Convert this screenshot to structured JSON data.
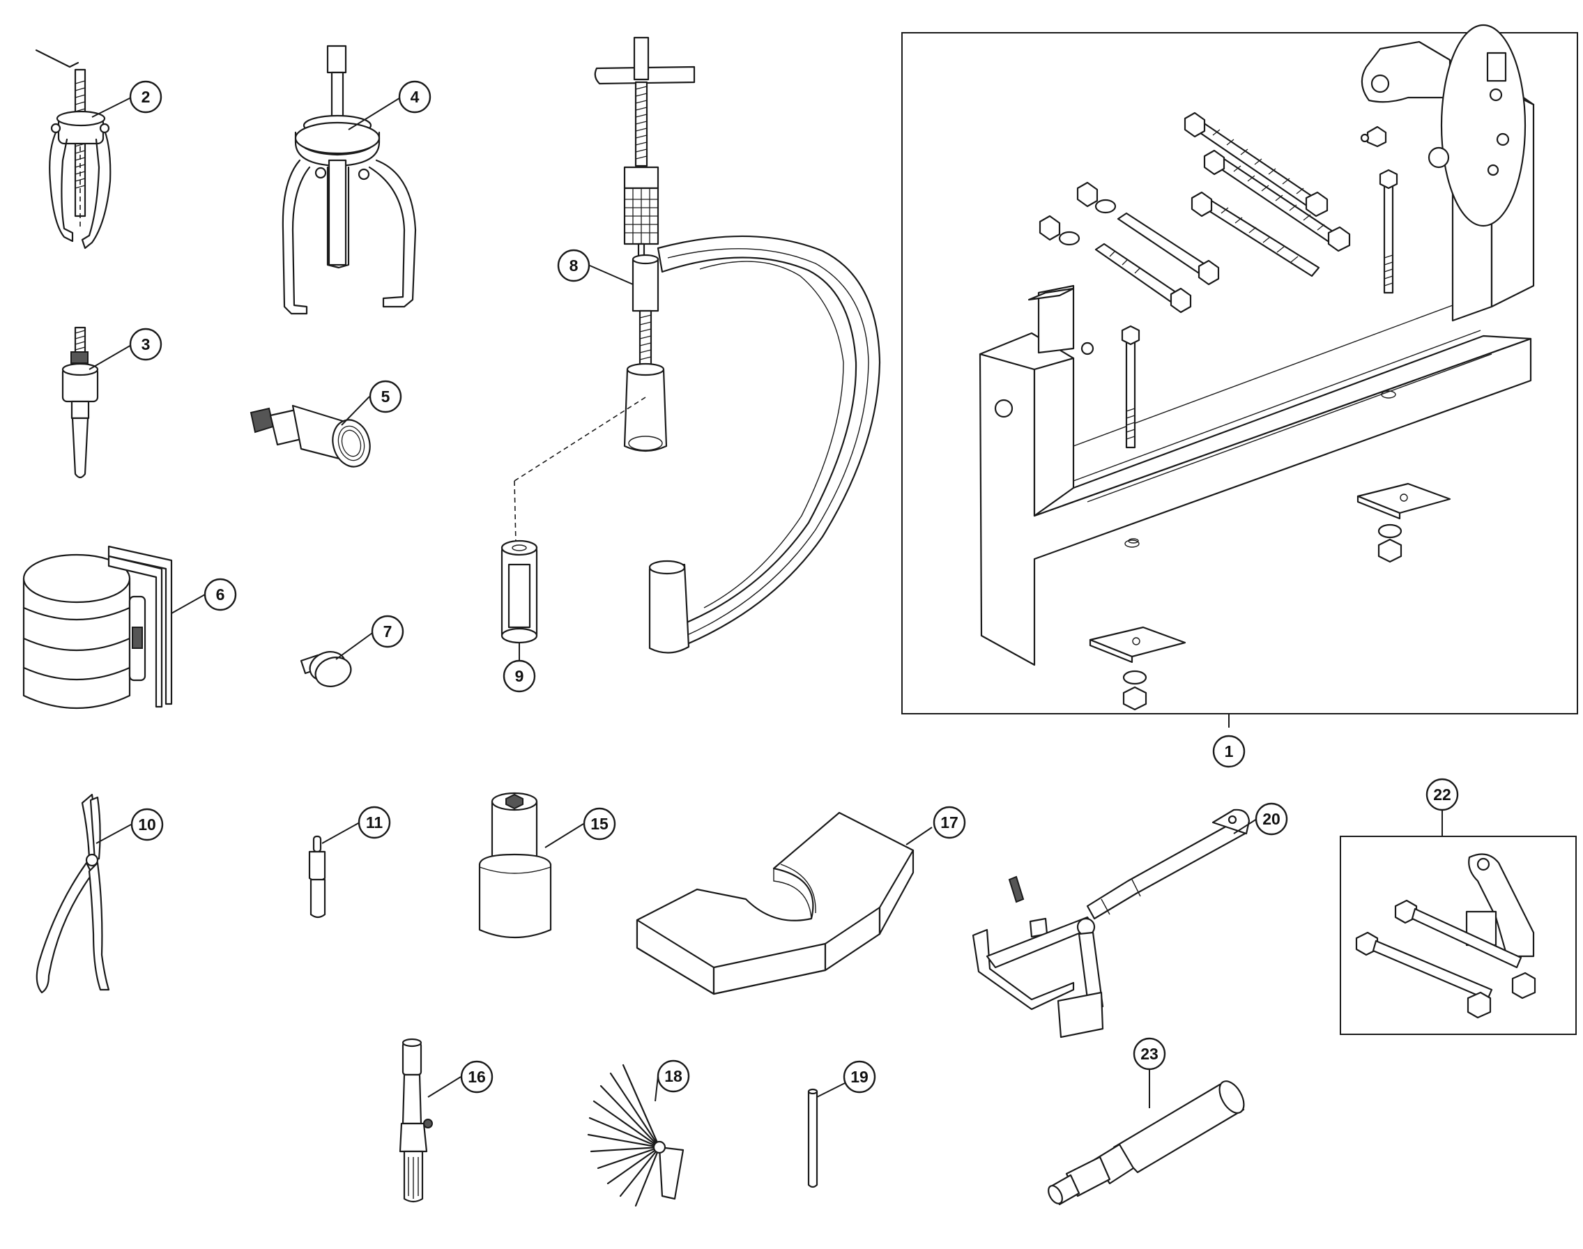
{
  "callouts": {
    "c1": "1",
    "c2": "2",
    "c3": "3",
    "c4": "4",
    "c5": "5",
    "c6": "6",
    "c7": "7",
    "c8": "8",
    "c9": "9",
    "c10": "10",
    "c11": "11",
    "c15": "15",
    "c16": "16",
    "c17": "17",
    "c18": "18",
    "c19": "19",
    "c20": "20",
    "c22": "22",
    "c23": "23"
  },
  "icons": {
    "tool-2": "puller-three-jaw-small-icon",
    "tool-3": "slide-hammer-puller-icon",
    "tool-4": "puller-three-jaw-large-icon",
    "tool-5": "threaded-adapter-icon",
    "tool-6": "piston-ring-compressor-icon",
    "tool-7": "thumb-screw-icon",
    "tool-8": "valve-spring-compressor-icon",
    "tool-9": "compressor-cage-adapter-icon",
    "tool-10": "circlip-pliers-icon",
    "tool-11": "pin-punch-icon",
    "tool-15": "socket-icon",
    "tool-16": "socket-bit-driver-icon",
    "tool-17": "support-plate-icon",
    "tool-18": "feeler-gauge-icon",
    "tool-19": "rod-pin-icon",
    "tool-20": "holding-tool-icon",
    "tool-22": "bracket-kit-icon",
    "tool-23": "drift-installer-icon",
    "tool-1": "engine-stand-kit-icon"
  }
}
